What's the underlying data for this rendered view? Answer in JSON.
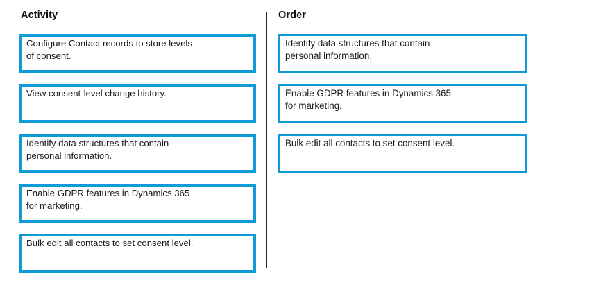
{
  "page": {
    "background_color": "#ffffff",
    "box_border_color": "#0f9bd8",
    "divider_color": "#2a2a2a",
    "text_color": "#1a1a1a"
  },
  "activity_column": {
    "header": "Activity",
    "items": [
      {
        "text": "Configure Contact records to store levels\nof consent."
      },
      {
        "text": "View consent-level change history."
      },
      {
        "text": "Identify data structures that contain\npersonal information."
      },
      {
        "text": "Enable GDPR features in Dynamics 365\nfor marketing."
      },
      {
        "text": "Bulk edit all contacts to set consent level."
      }
    ]
  },
  "order_column": {
    "header": "Order",
    "items": [
      {
        "text": "Identify data structures that contain\npersonal information."
      },
      {
        "text": "Enable GDPR features in Dynamics 365\nfor marketing."
      },
      {
        "text": "Bulk edit all contacts to set consent level."
      }
    ]
  }
}
